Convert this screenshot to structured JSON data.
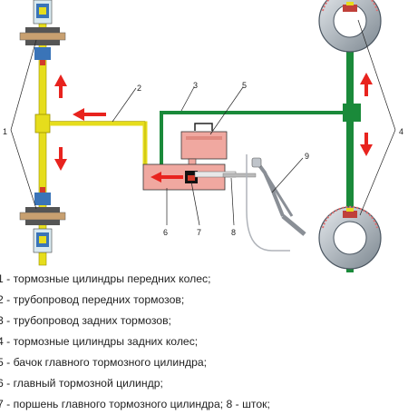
{
  "callouts": {
    "c1": "1",
    "c2": "2",
    "c3": "3",
    "c4": "4",
    "c5": "5",
    "c6": "6",
    "c7": "7",
    "c8": "8",
    "c9": "9"
  },
  "legend": [
    "1 - тормозные цилиндры передних колес;",
    "2 - трубопровод передних тормозов;",
    "3 - трубопровод задних тормозов;",
    "4 - тормозные цилиндры задних колес;",
    "5 - бачок главного тормозного цилиндра;",
    "6 - главный тормозной цилиндр;",
    "7 - поршень главного тормозного цилиндра; 8 - шток;"
  ],
  "colors": {
    "front_line": "#e6dd1c",
    "rear_line": "#1a8a3a",
    "cylinder": "#f0a8a0",
    "arrow": "#e8231e",
    "drum": "#9aa3ad"
  }
}
